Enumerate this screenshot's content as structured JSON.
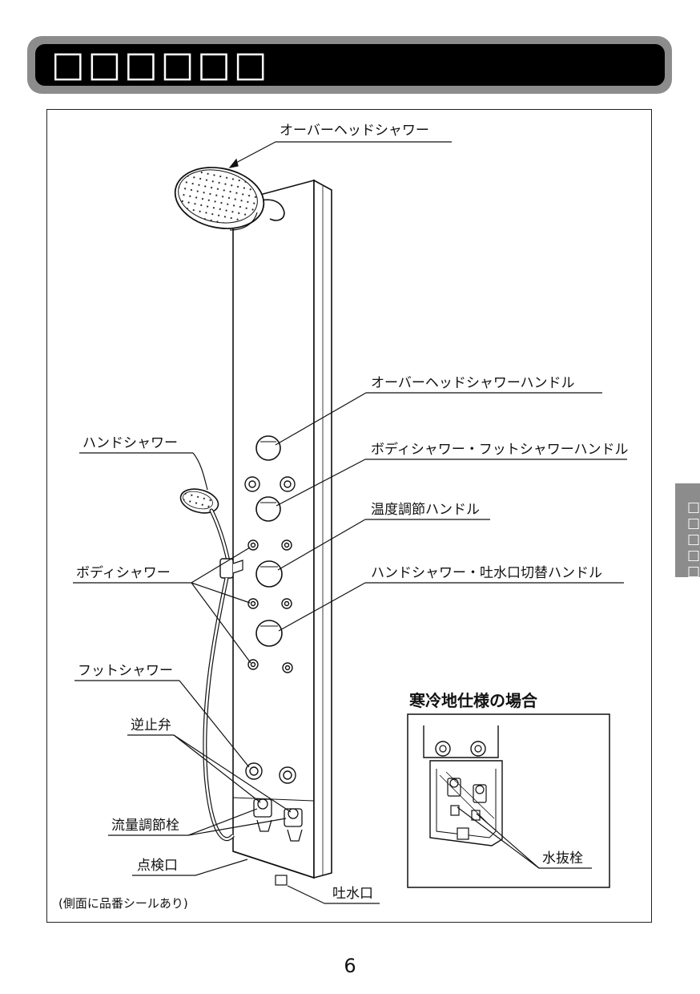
{
  "header": {
    "title": "□□□□□□"
  },
  "side_tab": {
    "label": "□□□□□"
  },
  "labels": {
    "overhead_shower": "オーバーヘッドシャワー",
    "overhead_shower_handle": "オーバーヘッドシャワーハンドル",
    "hand_shower": "ハンドシャワー",
    "body_foot_handle": "ボディシャワー・フットシャワーハンドル",
    "temp_handle": "温度調節ハンドル",
    "body_shower": "ボディシャワー",
    "hand_spout_handle": "ハンドシャワー・吐水口切替ハンドル",
    "foot_shower": "フットシャワー",
    "check_valve": "逆止弁",
    "flow_valve": "流量調節栓",
    "inspection_port": "点検口",
    "spout": "吐水口",
    "side_note": "(側面に品番シールあり)"
  },
  "inset": {
    "title": "寒冷地仕様の場合",
    "drain_valve": "水抜栓"
  },
  "page_number": "6"
}
